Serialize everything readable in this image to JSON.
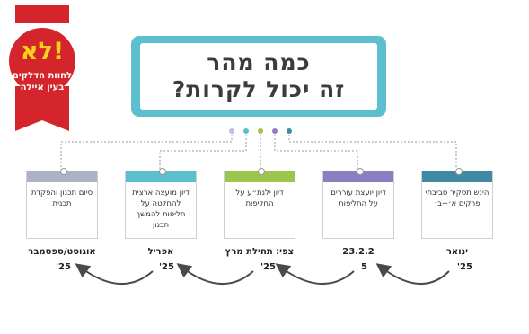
{
  "badge": {
    "big_text": "לא!",
    "line1": "לחוות הדלקים",
    "line2": "בעין איילה",
    "color": "#d3252b"
  },
  "title": {
    "line1": "כמה מהר",
    "line2": "זה יכול לקרות?"
  },
  "colors": {
    "title_border": "#5bbfce",
    "dots": [
      "#b8c3d6",
      "#5bbfce",
      "#9dc44d",
      "#8a7fc3",
      "#3f89a5"
    ]
  },
  "stages": [
    {
      "text": "הינש תסקיר סביבתי פרקים א׳+ב׳",
      "date": "ינואר",
      "year": "'25",
      "color": "#3f89a5"
    },
    {
      "text": "דיון יועצת עוררים על החליפות",
      "date": "23.2.2",
      "year": "5",
      "color": "#8a7fc3"
    },
    {
      "text": "דיון ילנת״ע על החליפות",
      "date": "צפי: תחילת מרץ",
      "year": "'25",
      "color": "#9dc44d"
    },
    {
      "text": "דיון מועצה ארצית להחלטה על חליפות להמשך תכנון",
      "date": "אפריל",
      "year": "'25",
      "color": "#5bbfce"
    },
    {
      "text": "סיום תכנון והפקדת תכנית",
      "date": "אוגוסט/ספטמבר",
      "year": "'25",
      "color": "#a9b3c3"
    }
  ]
}
